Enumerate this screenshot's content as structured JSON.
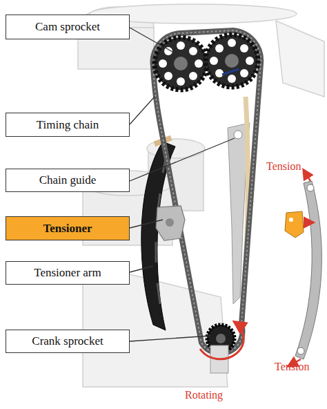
{
  "diagram": {
    "nodes": [
      {
        "text": [
          "Cam sprocket"
        ]
      },
      {
        "text": [
          "Timing chain"
        ]
      },
      {
        "text": [
          "Chain guide"
        ]
      },
      {
        "text": [
          "Tensioner"
        ]
      },
      {
        "text": [
          "Tensioner arm"
        ]
      },
      {
        "text": [
          "Crank sprocket"
        ]
      }
    ],
    "labels": [
      "Tension",
      "Tension",
      "Rotating"
    ]
  }
}
